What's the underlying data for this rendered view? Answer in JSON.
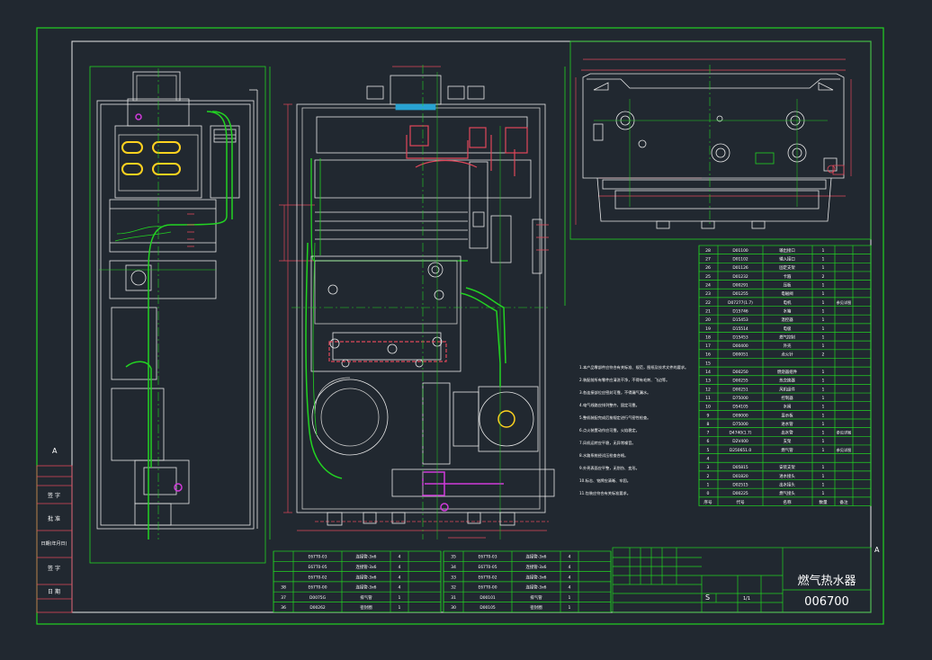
{
  "title_block": {
    "product_name": "燃气热水器",
    "drawing_number": "006700",
    "scale_mark": "S",
    "sheet": "1/1"
  },
  "left_strip_labels": [
    "签 字",
    "批 准",
    "日期(年月日)",
    "签 字",
    "日 期"
  ],
  "side_marks": {
    "top": "A",
    "bottom": "A"
  },
  "bom_right": [
    {
      "no": "28",
      "code": "D01100",
      "name": "输出接口",
      "qty": "1",
      "note": ""
    },
    {
      "no": "27",
      "code": "D01102",
      "name": "输入接口",
      "qty": "1",
      "note": ""
    },
    {
      "no": "26",
      "code": "D01126",
      "name": "固定支架",
      "qty": "1",
      "note": ""
    },
    {
      "no": "25",
      "code": "D01232",
      "name": "卡箍",
      "qty": "2",
      "note": ""
    },
    {
      "no": "24",
      "code": "D00291",
      "name": "压板",
      "qty": "1",
      "note": ""
    },
    {
      "no": "23",
      "code": "D01255",
      "name": "电磁阀",
      "qty": "1",
      "note": ""
    },
    {
      "no": "22",
      "code": "D07277(1.7)",
      "name": "电机",
      "qty": "1",
      "note": "参见详图"
    },
    {
      "no": "21",
      "code": "D15746",
      "name": "水箱",
      "qty": "1",
      "note": ""
    },
    {
      "no": "20",
      "code": "D15453",
      "name": "温控器",
      "qty": "1",
      "note": ""
    },
    {
      "no": "19",
      "code": "D15514",
      "name": "电极",
      "qty": "1",
      "note": ""
    },
    {
      "no": "18",
      "code": "D15453",
      "name": "燃气控制",
      "qty": "1",
      "note": ""
    },
    {
      "no": "17",
      "code": "D00400",
      "name": "外壳",
      "qty": "1",
      "note": ""
    },
    {
      "no": "16",
      "code": "D00051",
      "name": "点火针",
      "qty": "2",
      "note": ""
    },
    {
      "no": "15",
      "code": "",
      "name": "",
      "qty": "",
      "note": ""
    },
    {
      "no": "14",
      "code": "D00250",
      "name": "燃烧器组件",
      "qty": "1",
      "note": ""
    },
    {
      "no": "13",
      "code": "D00255",
      "name": "热交换器",
      "qty": "1",
      "note": ""
    },
    {
      "no": "12",
      "code": "D00251",
      "name": "风机组件",
      "qty": "1",
      "note": ""
    },
    {
      "no": "11",
      "code": "D75000",
      "name": "控制器",
      "qty": "1",
      "note": ""
    },
    {
      "no": "10",
      "code": "D54105",
      "name": "水阀",
      "qty": "1",
      "note": ""
    },
    {
      "no": "9",
      "code": "D09000",
      "name": "显示板",
      "qty": "1",
      "note": ""
    },
    {
      "no": "8",
      "code": "D75000",
      "name": "进水管",
      "qty": "1",
      "note": ""
    },
    {
      "no": "7",
      "code": "D4740(1.7)",
      "name": "出水管",
      "qty": "1",
      "note": "参见详图"
    },
    {
      "no": "6",
      "code": "D2V400",
      "name": "支架",
      "qty": "1",
      "note": ""
    },
    {
      "no": "5",
      "code": "D250651.0",
      "name": "燃气管",
      "qty": "1",
      "note": "参见详图"
    },
    {
      "no": "4",
      "code": "",
      "name": "",
      "qty": "",
      "note": ""
    },
    {
      "no": "3",
      "code": "D05815",
      "name": "安装支架",
      "qty": "1",
      "note": ""
    },
    {
      "no": "2",
      "code": "D01820",
      "name": "进水接头",
      "qty": "1",
      "note": ""
    },
    {
      "no": "1",
      "code": "D02515",
      "name": "出水接头",
      "qty": "1",
      "note": ""
    },
    {
      "no": "0",
      "code": "D00225",
      "name": "燃气接头",
      "qty": "1",
      "note": ""
    }
  ],
  "bom_right_header": [
    "序号",
    "代号",
    "名称",
    "数量",
    "备注"
  ],
  "bom_bottom_a": [
    {
      "no": "",
      "code": "E67T0-03",
      "name": "连接管-3x6",
      "qty": "4"
    },
    {
      "no": "",
      "code": "E67T0-05",
      "name": "连接管-3x6",
      "qty": "4"
    },
    {
      "no": "",
      "code": "E67T0-02",
      "name": "连接管-3x6",
      "qty": "4"
    },
    {
      "no": "38",
      "code": "E67T0-00",
      "name": "连接管-3x6",
      "qty": "4"
    },
    {
      "no": "37",
      "code": "D0075G",
      "name": "排气管",
      "qty": "1"
    },
    {
      "no": "36",
      "code": "D00262",
      "name": "密封圈",
      "qty": "1"
    }
  ],
  "bom_bottom_b": [
    {
      "no": "35",
      "code": "E67T0-03",
      "name": "连接管-3x6",
      "qty": "4"
    },
    {
      "no": "34",
      "code": "E67T0-05",
      "name": "连接管-3x6",
      "qty": "4"
    },
    {
      "no": "33",
      "code": "E67T0-02",
      "name": "连接管-3x6",
      "qty": "4"
    },
    {
      "no": "32",
      "code": "E67T0-00",
      "name": "连接管-3x6",
      "qty": "4"
    },
    {
      "no": "31",
      "code": "D00101",
      "name": "排气管",
      "qty": "1"
    },
    {
      "no": "30",
      "code": "D00105",
      "name": "密封圈",
      "qty": "1"
    }
  ],
  "notes": [
    "1.本产品零部件应符合有关标准、规范，图纸及技术文件的要求。",
    "2.装配前所有零件应清洗干净，不得有毛刺、飞边等。",
    "3.各连接部位应密封可靠，不得漏气漏水。",
    "4.电气线路应排列整齐，固定可靠。",
    "5.整机装配完成后按规定进行气密性检查。",
    "6.点火装置动作应可靠，火焰稳定。",
    "7.风机运转应平稳，无异常噪音。",
    "8.水路系统经试压检查合格。",
    "9.外壳表面应平整，无划伤、变形。",
    "10.标志、铭牌应清晰、牢固。",
    "11.包装应符合有关标准要求。"
  ]
}
